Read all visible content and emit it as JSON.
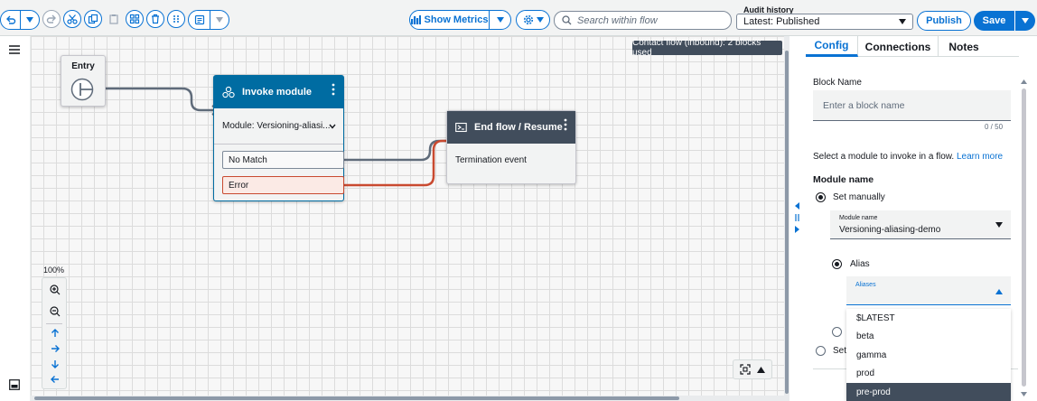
{
  "toolbar": {
    "show_metrics": "Show Metrics",
    "search_placeholder": "Search within flow",
    "audit_label": "Audit history",
    "audit_value": "Latest: Published",
    "publish": "Publish",
    "save": "Save"
  },
  "canvas": {
    "usage_badge": "Contact flow (inbound): 2 blocks used",
    "zoom_level": "100%",
    "entry": {
      "label": "Entry"
    },
    "invoke_module": {
      "title": "Invoke module",
      "module_line": "Module: Versioning-aliasi...",
      "branches": [
        "No Match",
        "Error"
      ]
    },
    "end_flow": {
      "title": "End flow / Resume",
      "event": "Termination event"
    }
  },
  "panel": {
    "tabs": [
      "Config",
      "Connections",
      "Notes"
    ],
    "active_tab": "Config",
    "block_name_label": "Block Name",
    "block_name_placeholder": "Enter a block name",
    "counter": "0 / 50",
    "description": "Select a module to invoke in a flow.",
    "learn_more": "Learn more",
    "module_name_title": "Module name",
    "set_manually": "Set manually",
    "module_select_label": "Module name",
    "module_select_value": "Versioning-aliasing-demo",
    "alias_label": "Alias",
    "aliases_label": "Aliases",
    "set_dynamic_partial": "Set",
    "alias_options": [
      "$LATEST",
      "beta",
      "gamma",
      "prod",
      "pre-prod"
    ],
    "highlighted_option": "pre-prod"
  },
  "colors": {
    "accent": "#0972d3",
    "node_header_invoke": "#006ca2",
    "node_header_end": "#414d5c",
    "error_line": "#c94a30",
    "connector": "#5f6b7a"
  }
}
